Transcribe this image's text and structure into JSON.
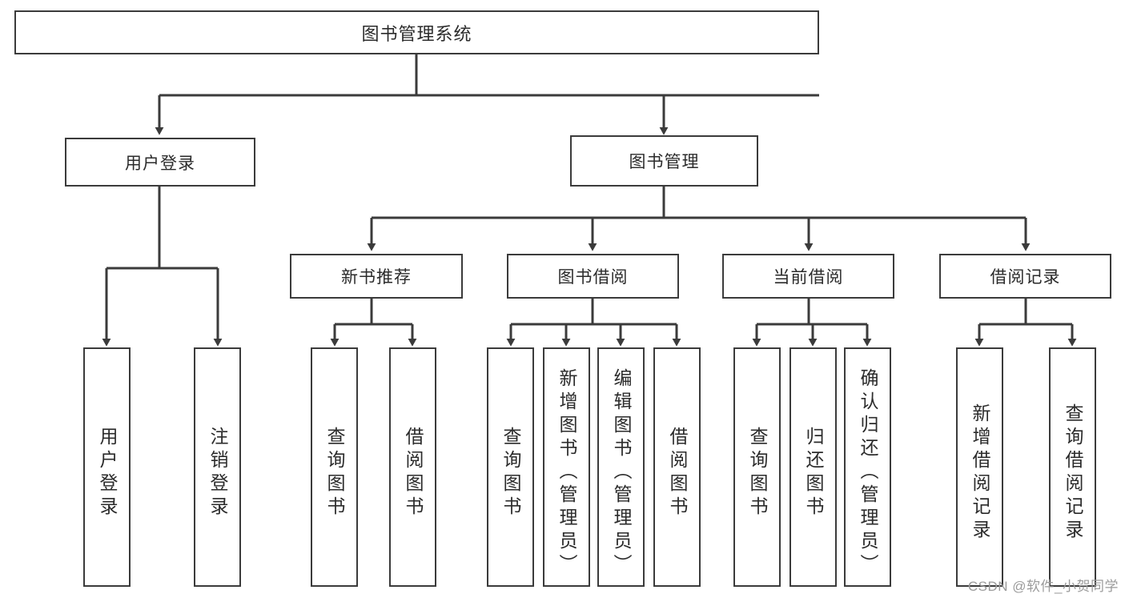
{
  "diagram": {
    "title": "图书管理系统",
    "type": "tree-hierarchy-diagram",
    "colors": {
      "stroke": "#3b3b3b",
      "fill": "#ffffff",
      "text": "#2b2b2b",
      "watermark": "#9b9b9b"
    },
    "root": {
      "label": "图书管理系统"
    },
    "level2": [
      {
        "label": "用户登录"
      },
      {
        "label": "图书管理"
      }
    ],
    "level3": [
      {
        "label": "新书推荐"
      },
      {
        "label": "图书借阅"
      },
      {
        "label": "当前借阅"
      },
      {
        "label": "借阅记录"
      }
    ],
    "leaves": {
      "user_login": [
        {
          "label": "用户登录"
        },
        {
          "label": "注销登录"
        }
      ],
      "new_book_recommend": [
        {
          "label": "查询图书"
        },
        {
          "label": "借阅图书"
        }
      ],
      "book_borrow": [
        {
          "label": "查询图书"
        },
        {
          "label": "新增图书（管理员）"
        },
        {
          "label": "编辑图书（管理员）"
        },
        {
          "label": "借阅图书"
        }
      ],
      "current_borrow": [
        {
          "label": "查询图书"
        },
        {
          "label": "归还图书"
        },
        {
          "label": "确认归还（管理员）"
        }
      ],
      "borrow_record": [
        {
          "label": "新增借阅记录"
        },
        {
          "label": "查询借阅记录"
        }
      ]
    }
  },
  "watermark": {
    "text": "CSDN @软件_小贺同学"
  }
}
